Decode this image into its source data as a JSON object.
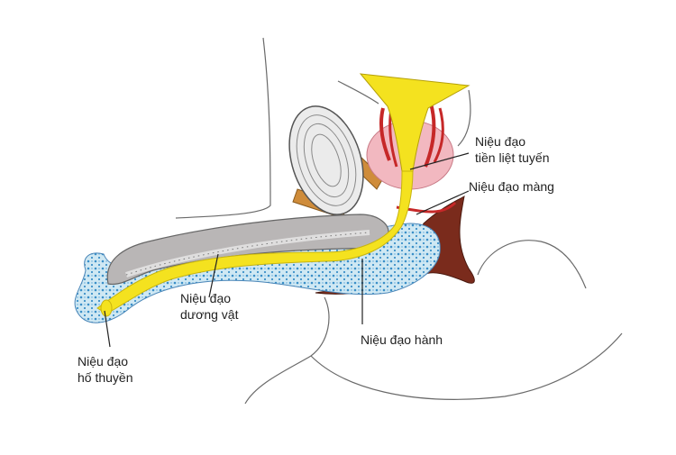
{
  "labels": {
    "prostatic": [
      "Niệu đạo",
      "tiền liệt tuyến"
    ],
    "membranous": "Niệu đạo màng",
    "penile": [
      "Niệu đạo",
      "dương vật"
    ],
    "bulbar": "Niệu đạo hành",
    "navicular": [
      "Niệu đạo",
      "hố thuyền"
    ]
  },
  "colors": {
    "urethra": "#f4e21f",
    "spongy_tissue": "#cfe8f3",
    "spongy_dots": "#3a8fc8",
    "corpus": "#b9b6b6",
    "bone": "#cf8c3a",
    "prostate": "#f2b8c0",
    "muscle_red": "#c62828",
    "dark_tissue": "#7a2b1c",
    "outline": "#5a5a5a"
  }
}
